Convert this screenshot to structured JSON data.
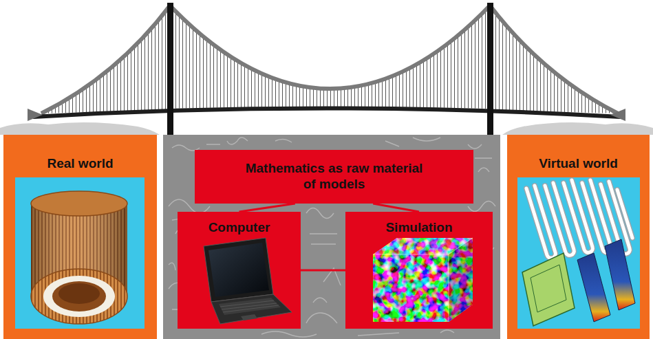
{
  "diagram": {
    "nodes": [
      {
        "text": [
          "Real world"
        ]
      },
      {
        "text": [
          "Mathematics as raw material of models"
        ]
      },
      {
        "text": [
          "Computer"
        ]
      },
      {
        "text": [
          "Simulation"
        ]
      },
      {
        "text": [
          "Virtual world"
        ]
      }
    ],
    "edges": [
      {
        "from": 1,
        "to": 2,
        "arrow": "none"
      },
      {
        "from": 1,
        "to": 3,
        "arrow": "none"
      },
      {
        "from": 2,
        "to": 3,
        "arrow": "none"
      }
    ]
  }
}
